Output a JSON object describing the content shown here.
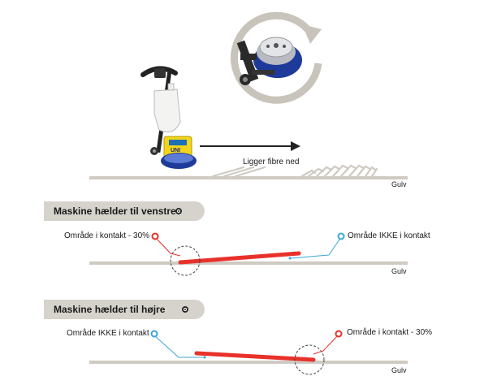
{
  "top": {
    "arrow_label": "Ligger fibre ned",
    "floor_label": "Gulv",
    "machine_brand": "UNI"
  },
  "left_tilt": {
    "header": "Maskine hælder til venstre",
    "contact_label": "Område i kontakt - 30%",
    "no_contact_label": "Område IKKE i kontakt",
    "floor_label": "Gulv"
  },
  "right_tilt": {
    "header": "Maskine hælder til højre",
    "contact_label": "Område i kontakt - 30%",
    "no_contact_label": "Område IKKE i kontakt",
    "floor_label": "Gulv"
  },
  "colors": {
    "contact_red": "#e8312a",
    "no_contact_blue": "#3ba7d6",
    "floor_grey": "#cfcac2",
    "header_grey": "#d6d3cc"
  }
}
